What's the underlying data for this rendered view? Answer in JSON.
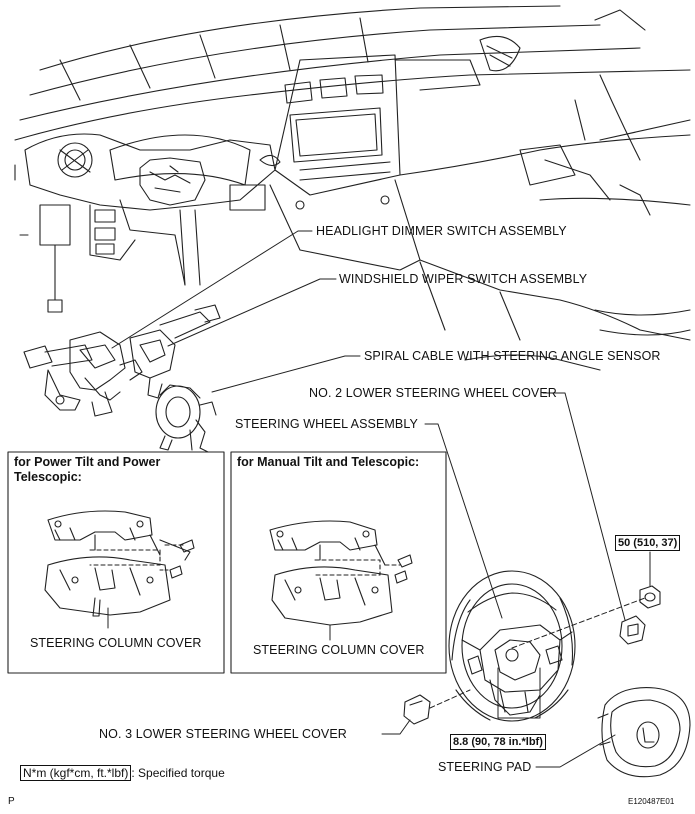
{
  "labels": {
    "headlight": "HEADLIGHT DIMMER SWITCH ASSEMBLY",
    "wiper": "WINDSHIELD WIPER SWITCH ASSEMBLY",
    "spiral": "SPIRAL CABLE WITH STEERING ANGLE SENSOR",
    "no2_cover": "NO. 2 LOWER STEERING WHEEL COVER",
    "wheel": "STEERING WHEEL ASSEMBLY",
    "no3_cover": "NO. 3 LOWER STEERING WHEEL COVER",
    "pad": "STEERING PAD"
  },
  "boxes": {
    "power": {
      "title": "for Power Tilt and Power Telescopic:",
      "part": "STEERING COLUMN COVER"
    },
    "manual": {
      "title": "for Manual Tilt and Telescopic:",
      "part": "STEERING COLUMN COVER"
    }
  },
  "torques": {
    "nut": "50 (510, 37)",
    "bolt": "8.8 (90, 78 in.*lbf)"
  },
  "legend": {
    "unit": "N*m (kgf*cm, ft.*lbf)",
    "text": ": Specified torque"
  },
  "footer": {
    "left": "P",
    "right": "E120487E01"
  }
}
